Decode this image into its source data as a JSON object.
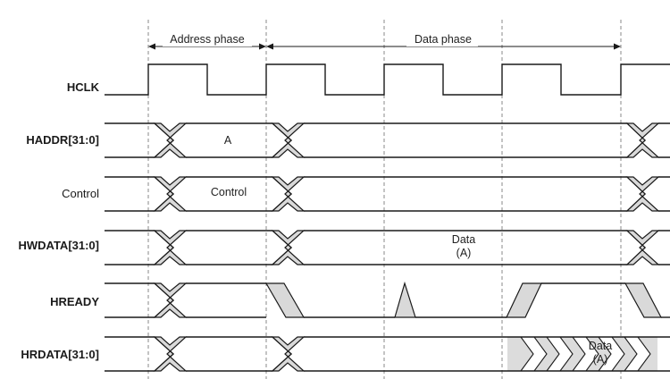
{
  "phases": {
    "address_label": "Address phase",
    "data_label": "Data phase"
  },
  "signals": [
    {
      "label": "HCLK",
      "bold": true
    },
    {
      "label": "HADDR[31:0]",
      "bold": true
    },
    {
      "label": "Control",
      "bold": false
    },
    {
      "label": "HWDATA[31:0]",
      "bold": true
    },
    {
      "label": "HREADY",
      "bold": true
    },
    {
      "label": "HRDATA[31:0]",
      "bold": true
    }
  ],
  "bus_values": {
    "haddr": "A",
    "control": "Control",
    "hwdata_line1": "Data",
    "hwdata_line2": "(A)",
    "hrdata_line1": "Data",
    "hrdata_line2": "(A)"
  }
}
